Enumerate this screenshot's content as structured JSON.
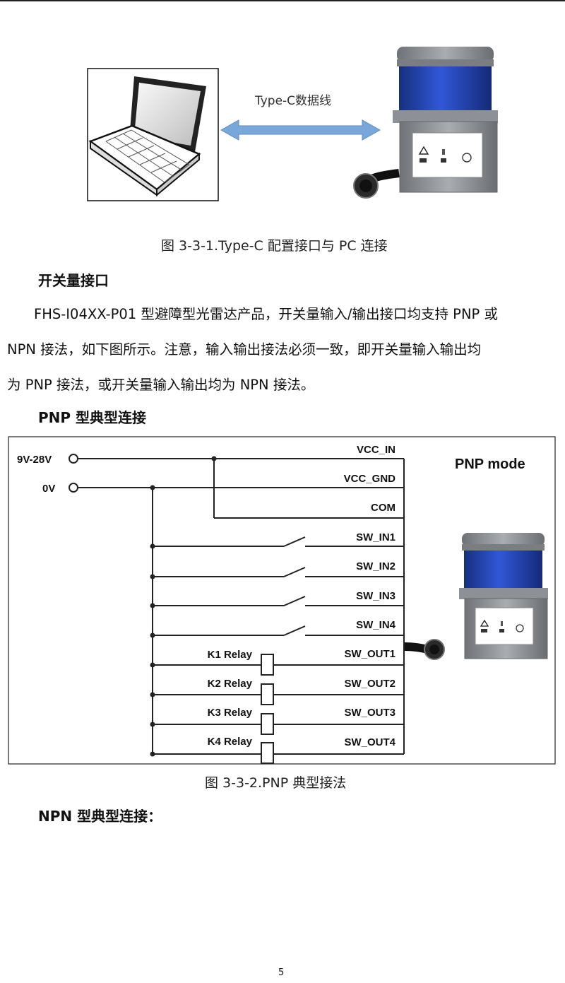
{
  "figure1": {
    "cable_label": "Type-C数据线",
    "caption": "图  3-3-1.Type-C 配置接口与 PC 连接"
  },
  "section_heading": "开关量接口",
  "paragraph": {
    "line1": "FHS-I04XX-P01 型避障型光雷达产品，开关量输入/输出接口均支持 PNP 或",
    "line2": "NPN 接法，如下图所示。注意，输入输出接法必须一致，即开关量输入输出均",
    "line3": "为 PNP 接法，或开关量输入输出均为 NPN 接法。"
  },
  "pnp_heading": "PNP 型典型连接",
  "figure2": {
    "mode_label": "PNP mode",
    "supply_labels": [
      "9V-28V",
      "0V"
    ],
    "signals": [
      "VCC_IN",
      "VCC_GND",
      "COM",
      "SW_IN1",
      "SW_IN2",
      "SW_IN3",
      "SW_IN4",
      "SW_OUT1",
      "SW_OUT2",
      "SW_OUT3",
      "SW_OUT4"
    ],
    "relays": [
      "K1 Relay",
      "K2 Relay",
      "K3 Relay",
      "K4 Relay"
    ],
    "caption": "图  3-3-2.PNP 典型接法"
  },
  "npn_heading": "NPN 型典型连接：",
  "page_number": "5",
  "colors": {
    "arrow": "#7aa7da",
    "lidar_blue": "#1f3fae",
    "lidar_gray": "#8d9096"
  }
}
